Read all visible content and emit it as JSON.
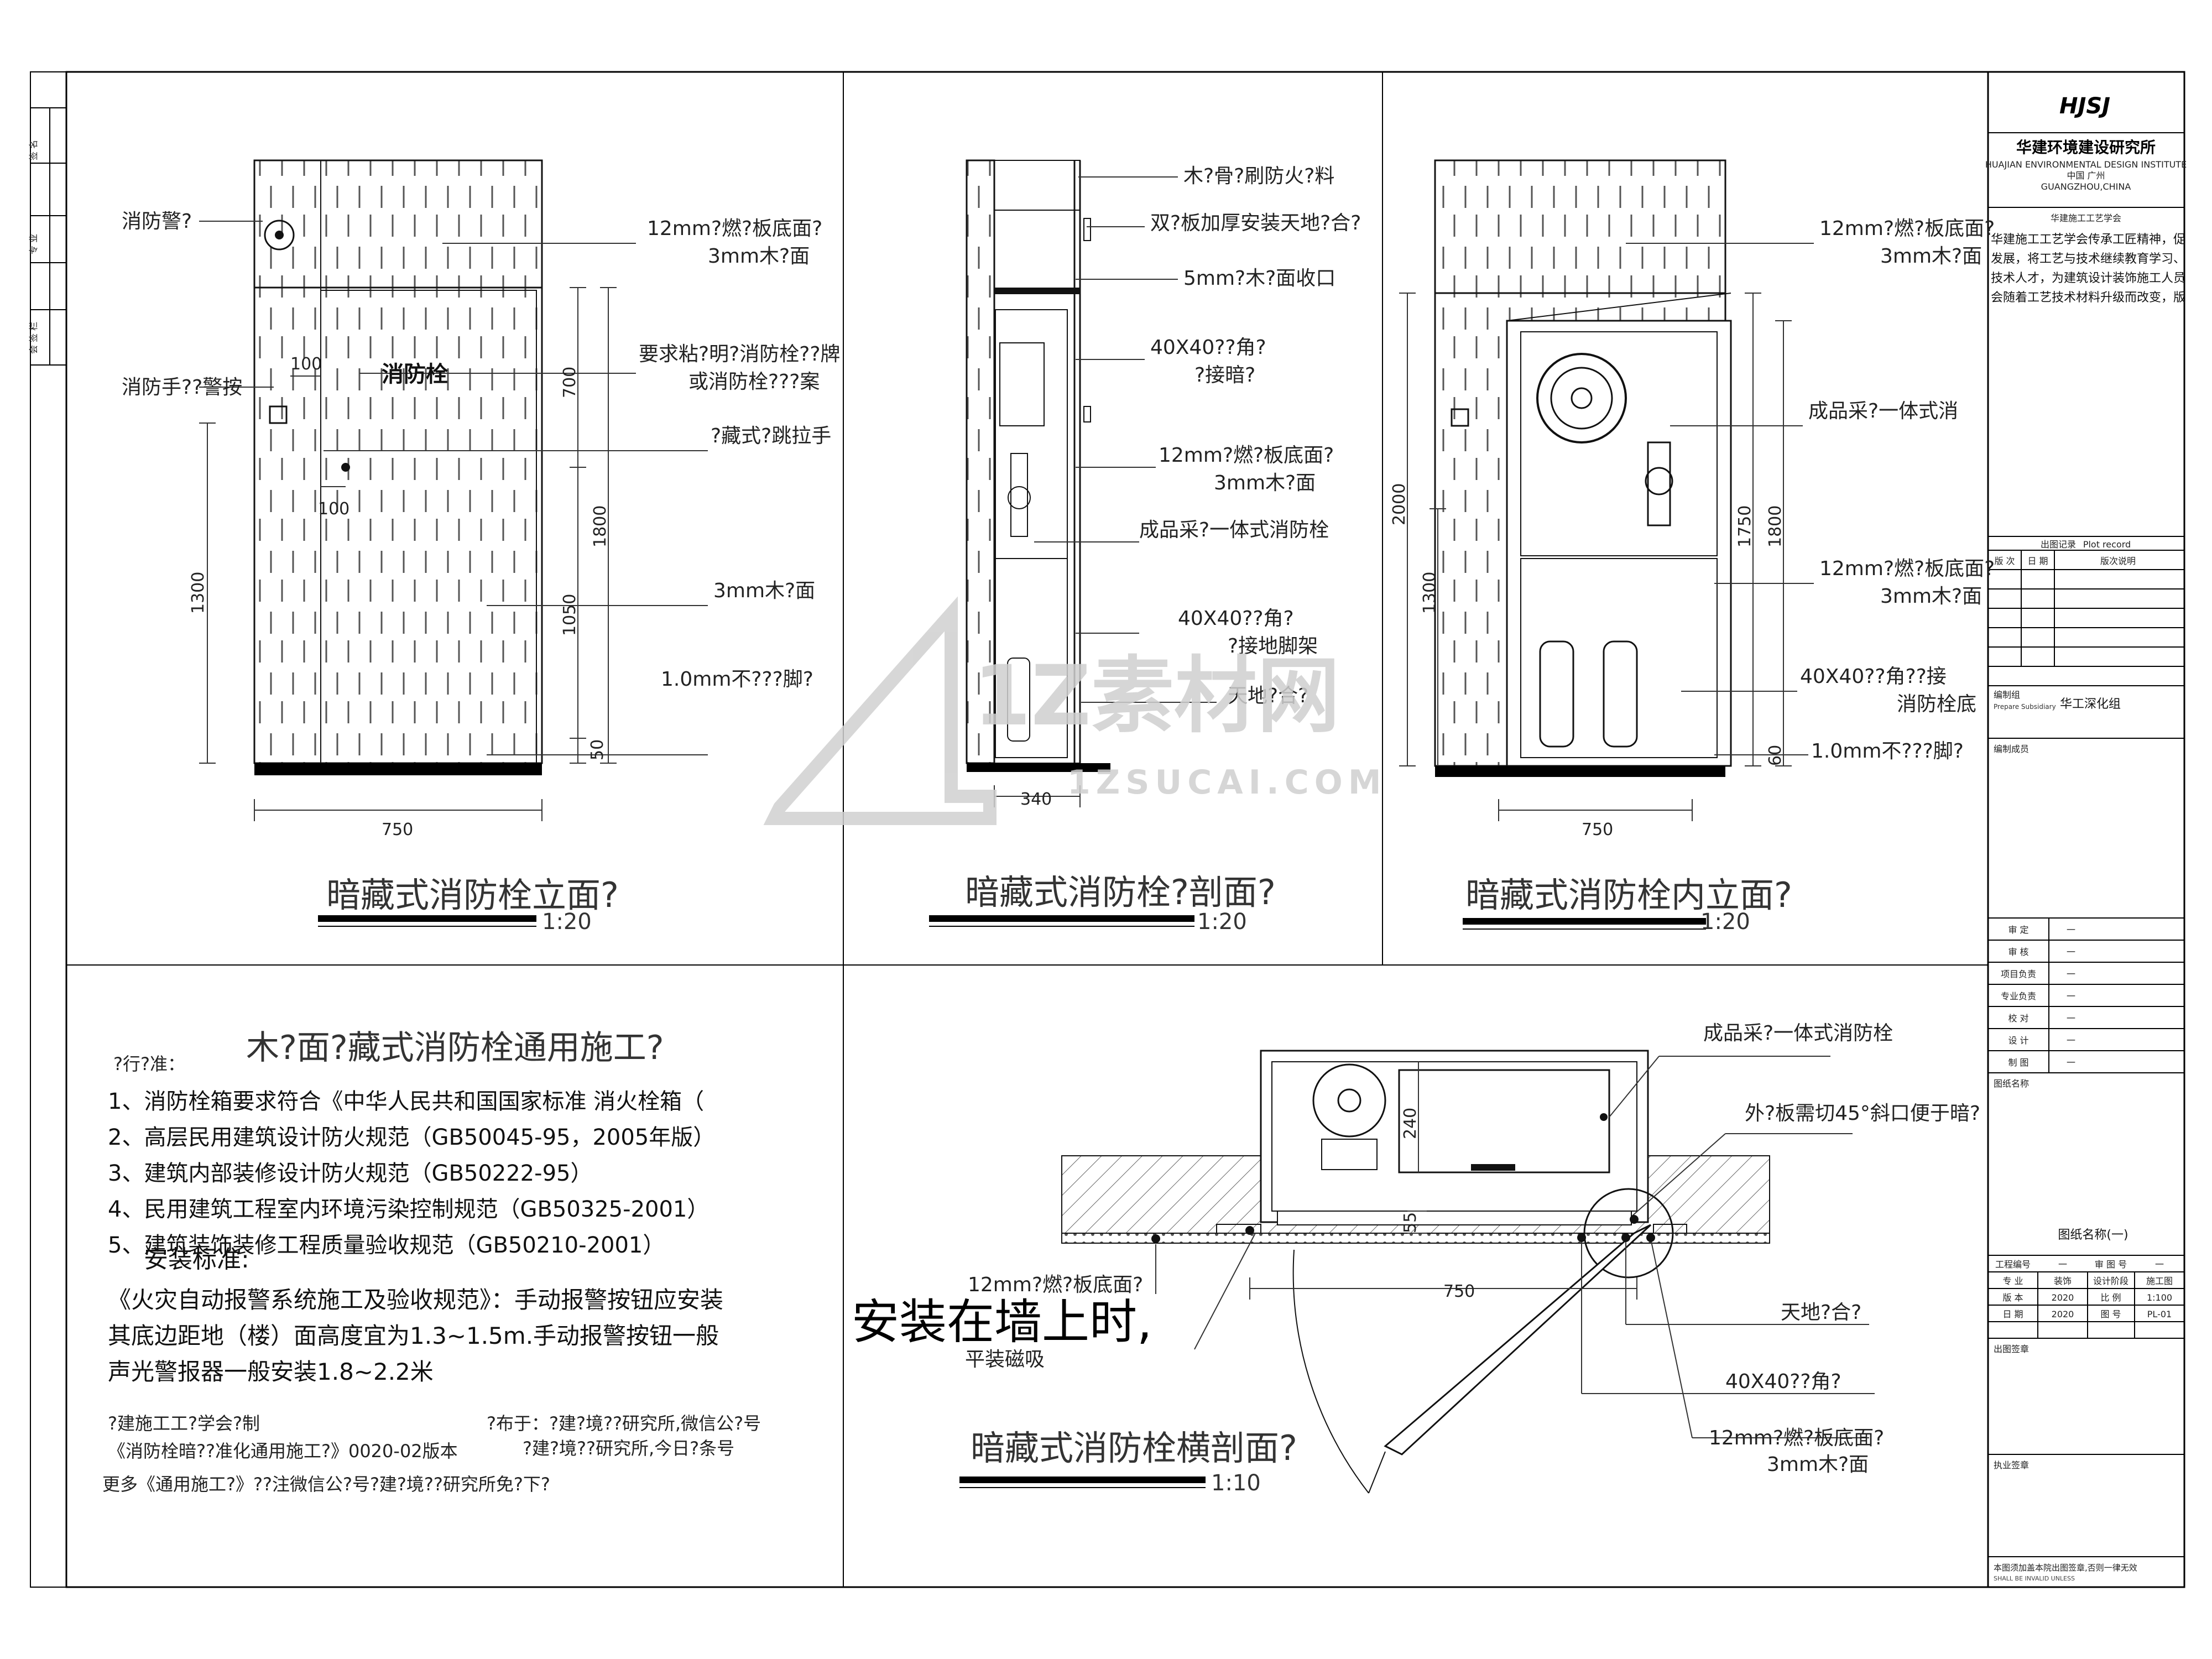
{
  "title_block": {
    "logo": "HJSJ",
    "institute_cn": "华建环境建设研究所",
    "institute_en": "HUAJIAN ENVIRONMENTAL DESIGN INSTITUTE",
    "city_cn": "中国 广州",
    "city_en": "GUANGZHOU,CHINA",
    "society": "华建施工工艺学会",
    "intro": [
      "华建施工工艺学会传承工匠精神，促",
      "发展，将工艺与技术继续教育学习、",
      "技术人才，为建筑设计装饰施工人员",
      "会随着工艺技术材料升级而改变，版"
    ],
    "record_title": "出图记录",
    "record_en": "Plot record",
    "record_cols": [
      "版 次",
      "日 期",
      "版次说明"
    ],
    "compile_label": "编制组",
    "compile_en": "Prepare Subsidiary",
    "team": "华工深化组",
    "members_label": "编制成员",
    "approvals": [
      {
        "label": "审  定",
        "value": "一"
      },
      {
        "label": "审  核",
        "value": "一"
      },
      {
        "label": "项目负责",
        "value": "一"
      },
      {
        "label": "专业负责",
        "value": "一"
      },
      {
        "label": "校  对",
        "value": "一"
      },
      {
        "label": "设  计",
        "value": "一"
      },
      {
        "label": "制  图",
        "value": "一"
      }
    ],
    "drawing_name_label": "图纸名称",
    "drawing_name": "图纸名称(一)",
    "project_rows": [
      [
        "工程编号",
        "一",
        "审 图 号",
        "一"
      ],
      [
        "专  业",
        "装饰",
        "设计阶段",
        "施工图"
      ],
      [
        "版  本",
        "2020",
        "比  例",
        "1:100"
      ],
      [
        "日  期",
        "2020",
        "图  号",
        "PL-01"
      ]
    ],
    "sign_label": "出图签章",
    "seal_label": "执业签章",
    "footer": "本图须加盖本院出图签章,否则一律无效",
    "footer_en": "SHALL BE INVALID UNLESS"
  },
  "left_strip": [
    "会 签 栏",
    "专 业",
    "签 名"
  ],
  "views": {
    "elevation": {
      "title": "暗藏式消防栓立面?",
      "scale": "1:20",
      "labels": {
        "alarm": "消防警?",
        "hand_alarm": "消防手??警按",
        "hydrant": "消防栓",
        "panel": "12mm?燃?板底面?",
        "veneer": "3mm木?面",
        "sign1": "要求粘?明?消防栓??牌",
        "sign2": "或消防栓???案",
        "handle": "?藏式?跳拉手",
        "veneer2": "3mm木?面",
        "skirting": "1.0mm不???脚?"
      },
      "dims": {
        "d100a": "100",
        "d100b": "100",
        "d700": "700",
        "d1800": "1800",
        "d1050": "1050",
        "d50": "50",
        "d1300": "1300",
        "d750": "750"
      }
    },
    "section": {
      "title": "暗藏式消防栓?剖面?",
      "scale": "1:20",
      "labels": {
        "l1": "木?骨?刷防火?料",
        "l2": "双?板加厚安装天地?合?",
        "l3": "5mm?木?面收口",
        "l4a": "40X40??角?",
        "l4b": "?接暗?",
        "l5a": "12mm?燃?板底面?",
        "l5b": "3mm木?面",
        "l6": "成品采?一体式消防栓",
        "l7a": "40X40??角?",
        "l7b": "?接地脚架",
        "l8": "天地?合?"
      },
      "dims": {
        "d340": "340"
      }
    },
    "inner": {
      "title": "暗藏式消防栓内立面?",
      "scale": "1:20",
      "labels": {
        "l1a": "12mm?燃?板底面?",
        "l1b": "3mm木?面",
        "l2": "成品采?一体式消",
        "l3a": "12mm?燃?板底面?",
        "l3b": "3mm木?面",
        "l4a": "40X40??角??接",
        "l4b": "消防栓底",
        "l5": "1.0mm不???脚?"
      },
      "dims": {
        "d2000": "2000",
        "d1300": "1300",
        "d1750": "1750",
        "d1800": "1800",
        "d60": "60",
        "d750": "750"
      }
    },
    "plan": {
      "title": "暗藏式消防栓横剖面?",
      "scale": "1:10",
      "labels": {
        "l1": "成品采?一体式消防栓",
        "l2": "外?板需切45°斜口便于暗?",
        "l3": "12mm?燃?板底面?",
        "l4": "平装磁吸",
        "l5": "天地?合?",
        "l6": "40X40??角?",
        "l7a": "12mm?燃?板底面?",
        "l7b": "3mm木?面"
      },
      "dims": {
        "d240": "240",
        "d55": "55",
        "d750": "750"
      }
    }
  },
  "notes": {
    "spec_label": "?行?准：",
    "title": "木?面?藏式消防栓通用施工?",
    "items": [
      "1、消防栓箱要求符合《中华人民共和国国家标准 消火栓箱（",
      "2、高层民用建筑设计防火规范（GB50045-95，2005年版）",
      "3、建筑内部装修设计防火规范（GB50222-95）",
      "4、民用建筑工程室内环境污染控制规范（GB50325-2001）",
      "5、建筑装饰装修工程质量验收规范（GB50210-2001）"
    ],
    "install_label": "安装标准:",
    "install_lines": [
      "《火灾自动报警系统施工及验收规范》：手动报警按钮应安装",
      "其底边距地（楼）面高度宜为1.3~1.5m.手动报警按钮一般",
      "声光警报器一般安装1.8~2.2米"
    ],
    "overlay": "安装在墙上时,",
    "credit1": "?建施工工?学会?制",
    "credit2": "?布于：?建?境??研究所,微信公?号",
    "credit3": "《消防栓暗??准化通用施工?》0020-02版本",
    "credit4": "?建?境??研究所,今日?条号",
    "credit5": "更多《通用施工?》??注微信公?号?建?境??研究所免?下?"
  },
  "watermark": {
    "text": "1Z素材网",
    "sub": "1ZSUCAI.COM"
  }
}
